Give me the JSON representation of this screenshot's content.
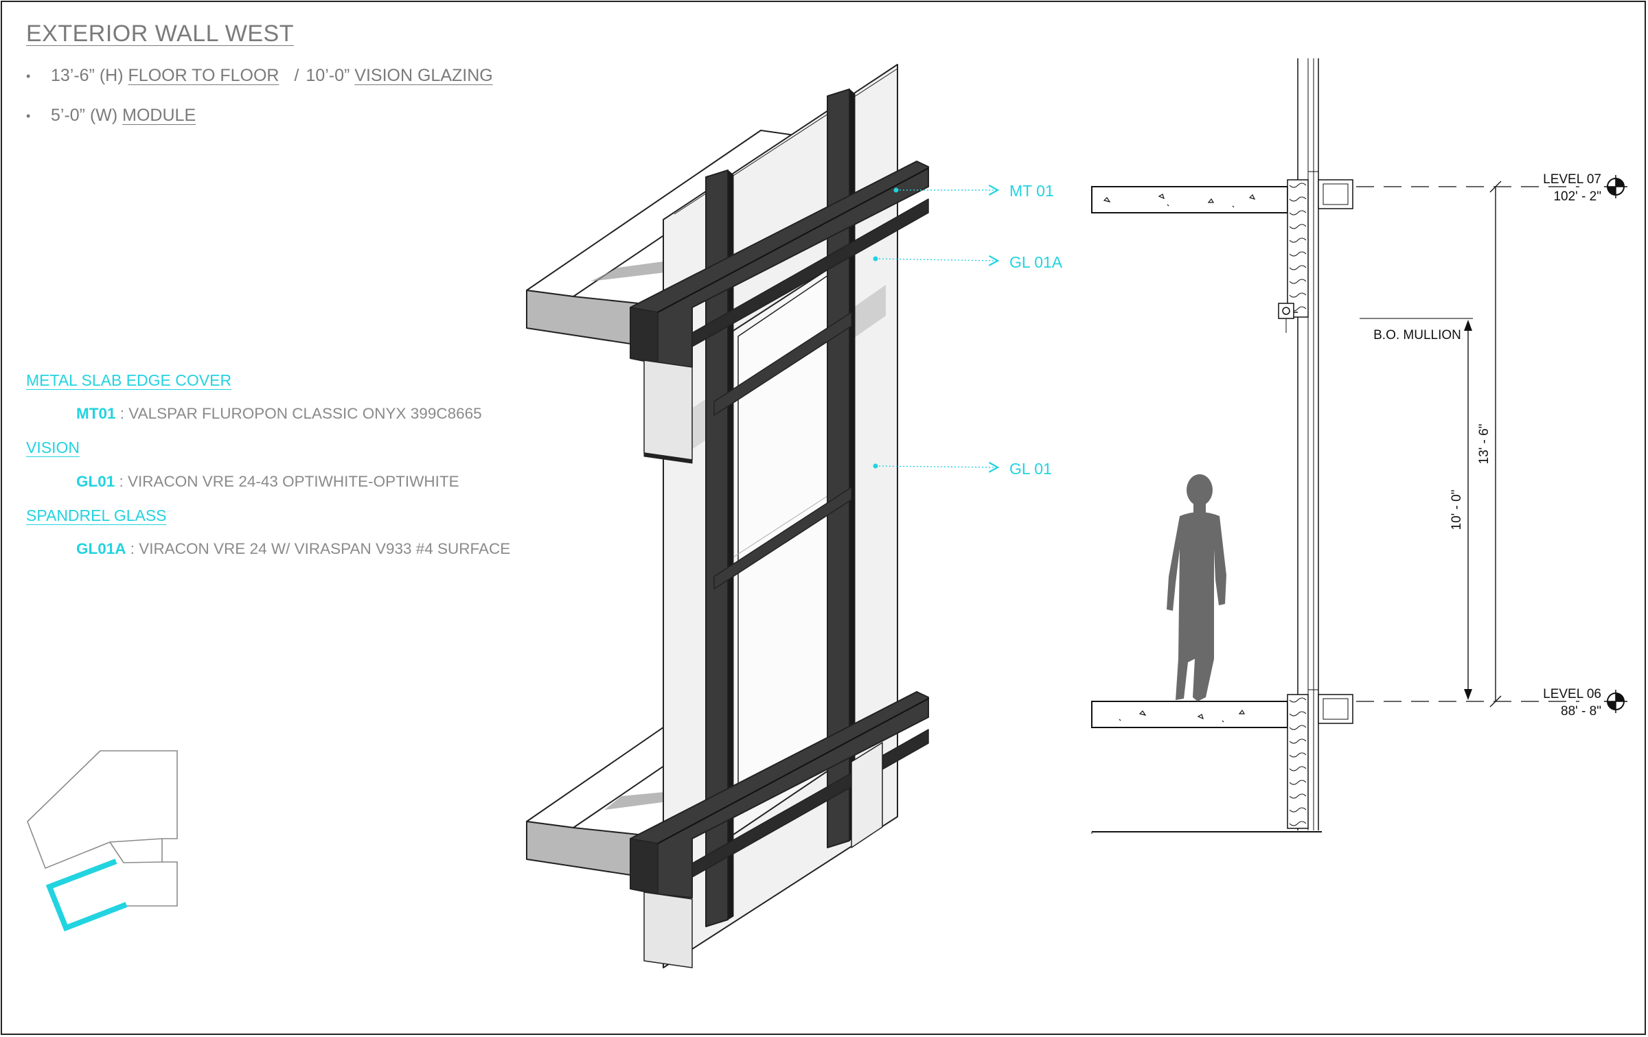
{
  "sheet": {
    "title": "EXTERIOR WALL WEST",
    "bullets": [
      {
        "pre": "13’-6” (H) ",
        "u1": "FLOOR TO FLOOR",
        "sep": "/",
        "mid": "10’-0” ",
        "u2": "VISION GLAZING"
      },
      {
        "pre": "5’-0” (W) ",
        "u1": "MODULE"
      }
    ]
  },
  "legend": {
    "groups": [
      {
        "heading": "METAL SLAB EDGE COVER",
        "code": "MT01",
        "desc": " : VALSPAR FLUROPON CLASSIC ONYX 399C8665"
      },
      {
        "heading": "VISION",
        "code": "GL01",
        "desc": " : VIRACON VRE 24-43  OPTIWHITE-OPTIWHITE"
      },
      {
        "heading": "SPANDREL GLASS",
        "code": "GL01A",
        "desc": " : VIRACON VRE 24 W/ VIRASPAN V933 #4 SURFACE"
      }
    ]
  },
  "callouts": {
    "mt01": "MT 01",
    "gl01a": "GL 01A",
    "gl01": "GL 01"
  },
  "section": {
    "level07_name": "LEVEL 07",
    "level07_elev": "102' - 2\"",
    "level06_name": "LEVEL 06",
    "level06_elev": "88' - 8\"",
    "bo_mullion": "B.O. MULLION",
    "dim_floor": "13' - 6\"",
    "dim_vision": "10' - 0\""
  },
  "colors": {
    "accent": "#22d3e0",
    "mullion": "#2a2a2a",
    "text": "#7a7a7a"
  }
}
